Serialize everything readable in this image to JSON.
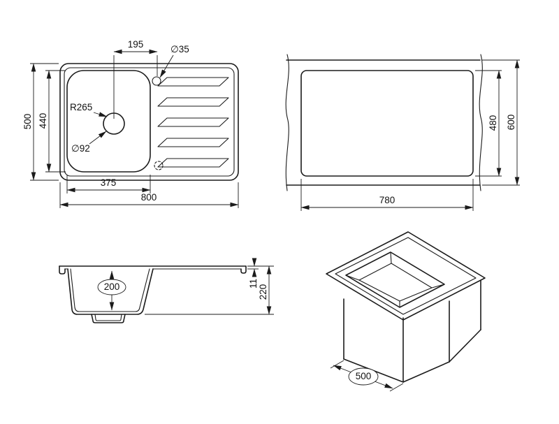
{
  "colors": {
    "line": "#1b1b1b",
    "background": "#ffffff"
  },
  "views": {
    "plan": {
      "dims": {
        "hole_spacing": "195",
        "faucet_hole": "∅35",
        "radius": "R265",
        "depth": "500",
        "bowl_depth": "440",
        "drain": "∅92",
        "bowl_width": "375",
        "width": "800"
      }
    },
    "cutout": {
      "dims": {
        "cut_depth": "480",
        "depth": "600",
        "cut_width": "780"
      }
    },
    "section": {
      "dims": {
        "bowl_inner_depth": "200",
        "deck_thickness": "11",
        "total_height": "220"
      }
    },
    "iso": {
      "dims": {
        "bowl_length": "500"
      }
    }
  }
}
